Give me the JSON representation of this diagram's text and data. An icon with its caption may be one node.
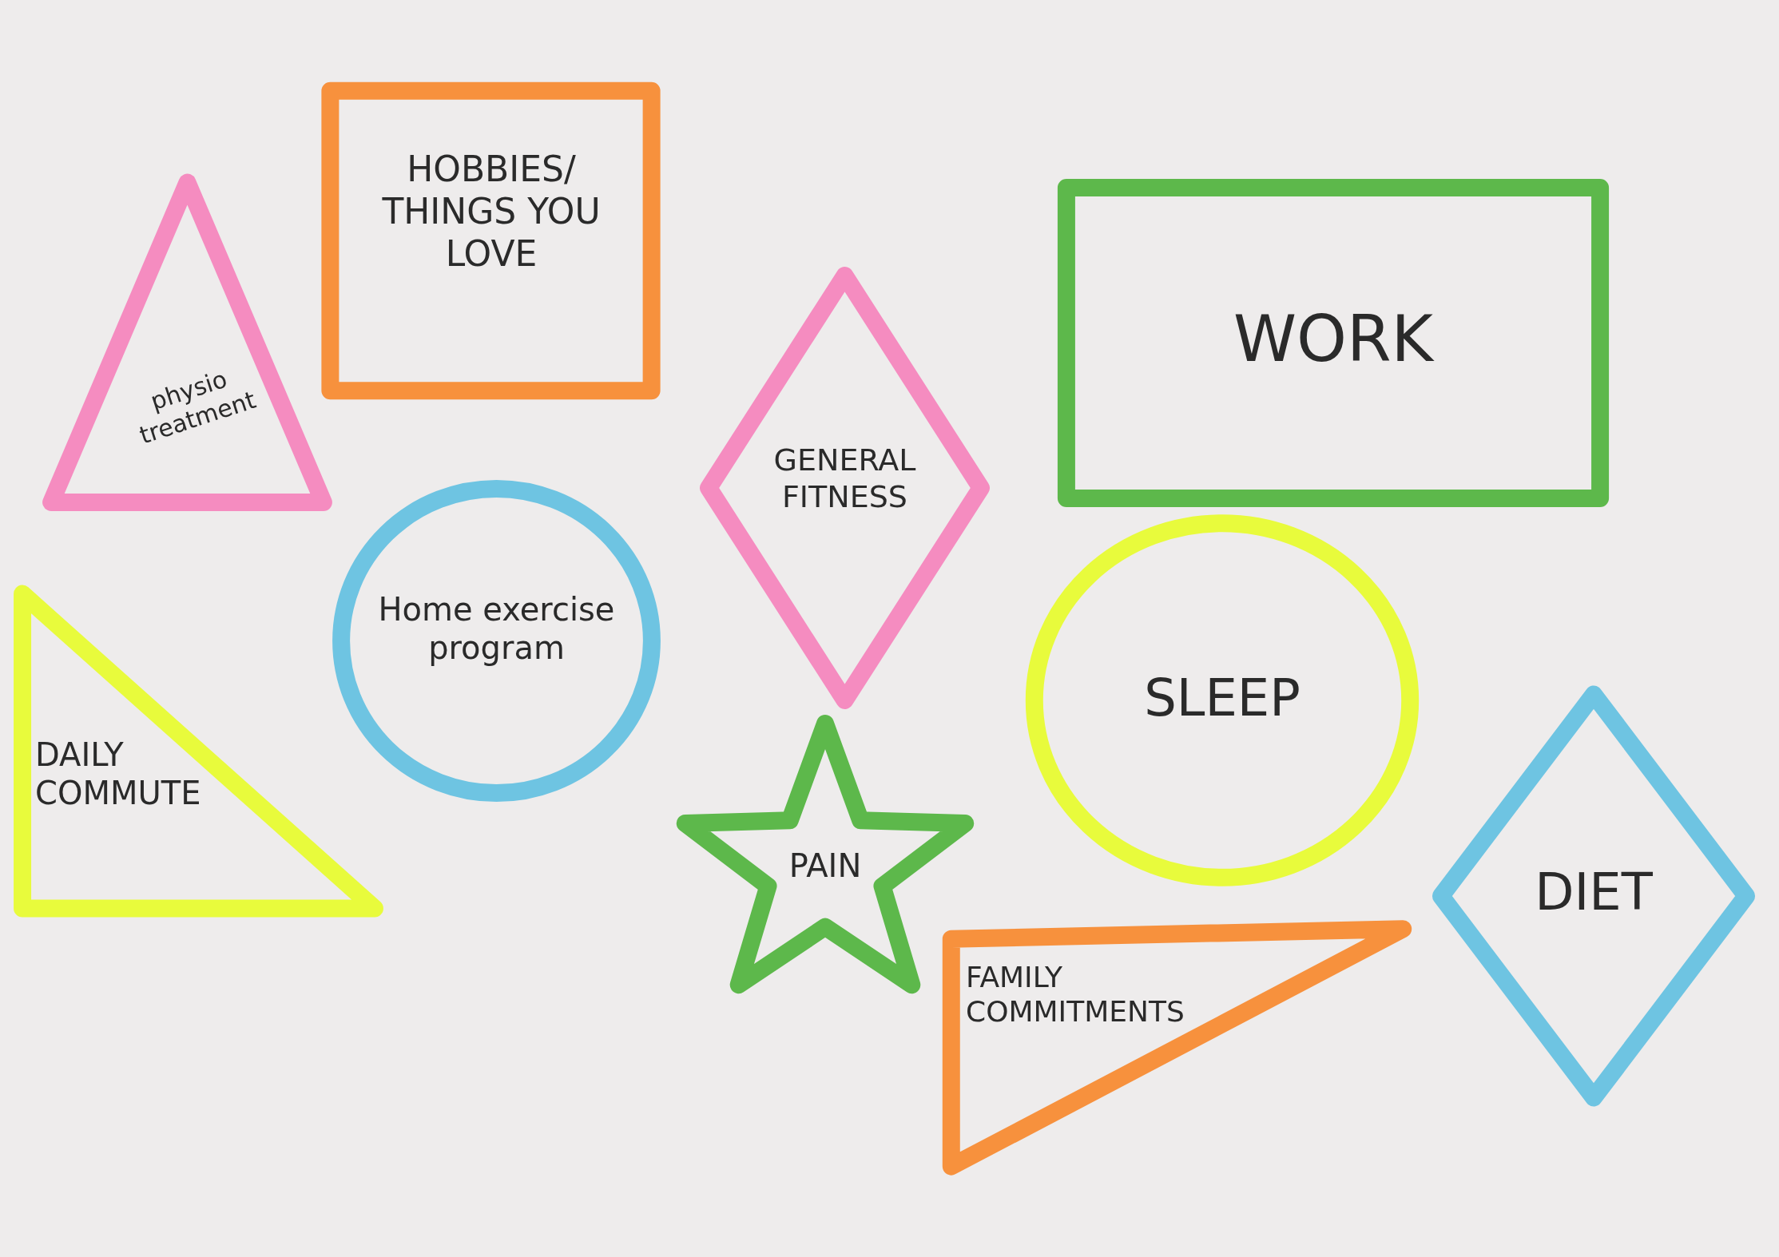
{
  "diagram": {
    "nodes": [
      {
        "text": [
          "physio treatment"
        ]
      },
      {
        "text": [
          "HOBBIES/ THINGS YOU LOVE"
        ]
      },
      {
        "text": [
          "GENERAL FITNESS"
        ]
      },
      {
        "text": [
          "WORK"
        ]
      },
      {
        "text": [
          "Home exercise program"
        ]
      },
      {
        "text": [
          "DAILY COMMUTE"
        ]
      },
      {
        "text": [
          "SLEEP"
        ]
      },
      {
        "text": [
          "PAIN"
        ]
      },
      {
        "text": [
          "DIET"
        ]
      },
      {
        "text": [
          "FAMILY COMMITMENTS"
        ]
      }
    ]
  }
}
